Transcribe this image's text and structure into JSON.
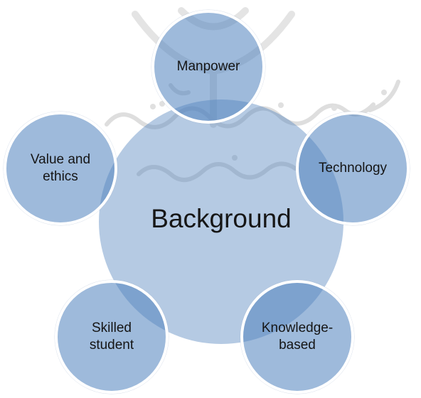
{
  "diagram": {
    "center": {
      "label": "Background"
    },
    "satellites": [
      {
        "id": "manpower",
        "label": "Manpower"
      },
      {
        "id": "technology",
        "label": "Technology"
      },
      {
        "id": "knowledge",
        "label": "Knowledge-\nbased"
      },
      {
        "id": "skilled",
        "label": "Skilled\nstudent"
      },
      {
        "id": "value",
        "label": "Value and\nethics"
      }
    ]
  },
  "colors": {
    "circle_fill": "#4f81bd",
    "circle_border": "#ffffff",
    "watermark": "#d9d9d9"
  }
}
